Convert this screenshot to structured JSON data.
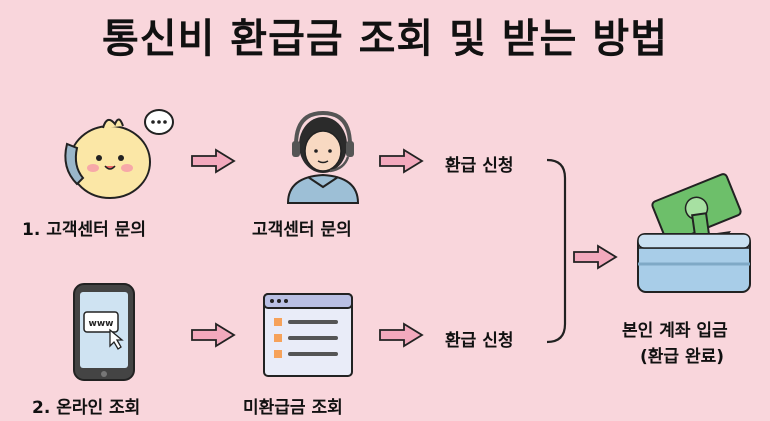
{
  "title": "통신비 환급금 조회 및 받는 방법",
  "row1": {
    "step1_label": "1. 고객센터 문의",
    "step2_label": "고객센터 문의",
    "step3_label": "환급 신청"
  },
  "row2": {
    "step1_label": "2. 온라인 조회",
    "step2_label": "미환급금 조회",
    "step3_label": "환급 신청",
    "browser_text": "www"
  },
  "result": {
    "line1": "본인 계좌 입금",
    "line2": "(환급 완료)"
  },
  "icons": {
    "caller": "chick-phone-icon",
    "agent": "headset-agent-icon",
    "phone": "smartphone-icon",
    "form": "document-form-icon",
    "deposit": "money-wallet-icon",
    "arrow": "right-arrow-icon"
  },
  "colors": {
    "background": "#f9d6dc",
    "arrow": "#f3a9bd",
    "money": "#6dbf6a",
    "wallet": "#a8cde8"
  }
}
